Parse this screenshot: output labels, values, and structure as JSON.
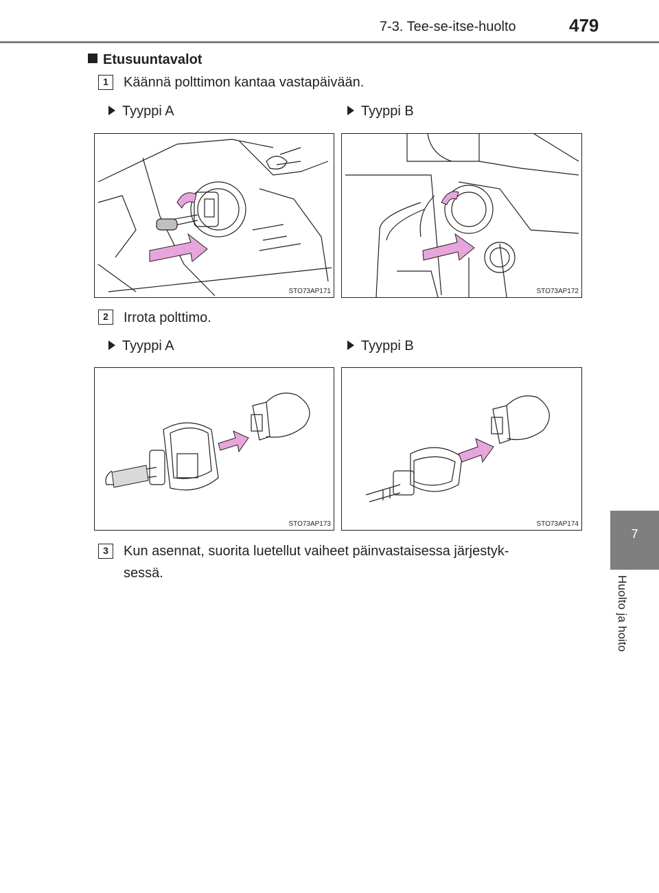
{
  "header": {
    "section": "7-3. Tee-se-itse-huolto",
    "page_number": "479"
  },
  "side_tab": {
    "number": "7",
    "label": "Huolto ja hoito"
  },
  "section": {
    "title": "Etusuuntavalot"
  },
  "steps": [
    {
      "number": "1",
      "text": "Käännä polttimon kantaa vastapäivään.",
      "type_a_label": "Tyyppi A",
      "type_b_label": "Tyyppi B",
      "figure_a_code": "STO73AP171",
      "figure_b_code": "STO73AP172"
    },
    {
      "number": "2",
      "text": "Irrota polttimo.",
      "type_a_label": "Tyyppi A",
      "type_b_label": "Tyyppi B",
      "figure_a_code": "STO73AP173",
      "figure_b_code": "STO73AP174"
    },
    {
      "number": "3",
      "text_line1": "Kun asennat, suorita luetellut vaiheet päinvastaisessa järjestyk-",
      "text_line2": "sessä."
    }
  ],
  "colors": {
    "accent_arrow": "#e6a6dc",
    "tab_gray": "#7f7f7f"
  }
}
